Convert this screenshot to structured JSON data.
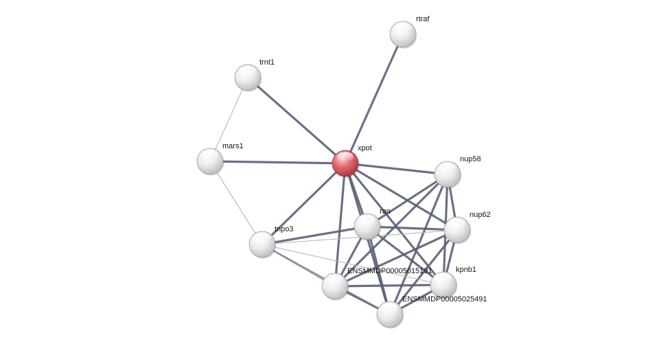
{
  "colors": {
    "background": "#ffffff",
    "node_default": "#e6e6e6",
    "node_query": "#e0555e",
    "edge_strong": "#5a6179",
    "edge_medium": "#7a8096",
    "edge_weak": "#b8b8c0"
  },
  "nodes": [
    {
      "id": "xpot",
      "label": "xpot",
      "query": true
    },
    {
      "id": "rtraf",
      "label": "rtraf"
    },
    {
      "id": "trnt1",
      "label": "trnt1"
    },
    {
      "id": "mars1",
      "label": "mars1"
    },
    {
      "id": "nup58",
      "label": "nup58"
    },
    {
      "id": "ran",
      "label": "ran"
    },
    {
      "id": "nup62",
      "label": "nup62"
    },
    {
      "id": "tnpo3",
      "label": "tnpo3"
    },
    {
      "id": "ens15191",
      "label": "ENSMMDP00005015191"
    },
    {
      "id": "kpnb1",
      "label": "kpnb1"
    },
    {
      "id": "ens25491",
      "label": "ENSMMDP00005025491"
    }
  ],
  "edges": [
    {
      "source": "xpot",
      "target": "rtraf",
      "strength": "strong"
    },
    {
      "source": "xpot",
      "target": "trnt1",
      "strength": "strong"
    },
    {
      "source": "xpot",
      "target": "mars1",
      "strength": "strong"
    },
    {
      "source": "xpot",
      "target": "nup58",
      "strength": "strong"
    },
    {
      "source": "xpot",
      "target": "ran",
      "strength": "strong"
    },
    {
      "source": "xpot",
      "target": "nup62",
      "strength": "strong"
    },
    {
      "source": "xpot",
      "target": "tnpo3",
      "strength": "strong"
    },
    {
      "source": "xpot",
      "target": "ens15191",
      "strength": "strong"
    },
    {
      "source": "xpot",
      "target": "kpnb1",
      "strength": "strong"
    },
    {
      "source": "xpot",
      "target": "ens25491",
      "strength": "strong"
    },
    {
      "source": "trnt1",
      "target": "mars1",
      "strength": "weak"
    },
    {
      "source": "mars1",
      "target": "tnpo3",
      "strength": "weak"
    },
    {
      "source": "ran",
      "target": "nup58",
      "strength": "strong"
    },
    {
      "source": "ran",
      "target": "nup62",
      "strength": "strong"
    },
    {
      "source": "ran",
      "target": "tnpo3",
      "strength": "strong"
    },
    {
      "source": "ran",
      "target": "ens15191",
      "strength": "strong"
    },
    {
      "source": "ran",
      "target": "kpnb1",
      "strength": "strong"
    },
    {
      "source": "ran",
      "target": "ens25491",
      "strength": "strong"
    },
    {
      "source": "nup58",
      "target": "nup62",
      "strength": "strong"
    },
    {
      "source": "nup58",
      "target": "ens15191",
      "strength": "strong"
    },
    {
      "source": "nup58",
      "target": "kpnb1",
      "strength": "strong"
    },
    {
      "source": "nup58",
      "target": "ens25491",
      "strength": "strong"
    },
    {
      "source": "nup62",
      "target": "ens15191",
      "strength": "strong"
    },
    {
      "source": "nup62",
      "target": "kpnb1",
      "strength": "strong"
    },
    {
      "source": "nup62",
      "target": "ens25491",
      "strength": "strong"
    },
    {
      "source": "ens15191",
      "target": "kpnb1",
      "strength": "strong"
    },
    {
      "source": "ens15191",
      "target": "ens25491",
      "strength": "strong"
    },
    {
      "source": "kpnb1",
      "target": "ens25491",
      "strength": "strong"
    },
    {
      "source": "tnpo3",
      "target": "nup62",
      "strength": "weak"
    },
    {
      "source": "tnpo3",
      "target": "ens15191",
      "strength": "medium"
    },
    {
      "source": "tnpo3",
      "target": "kpnb1",
      "strength": "weak"
    },
    {
      "source": "tnpo3",
      "target": "ens25491",
      "strength": "medium"
    }
  ]
}
